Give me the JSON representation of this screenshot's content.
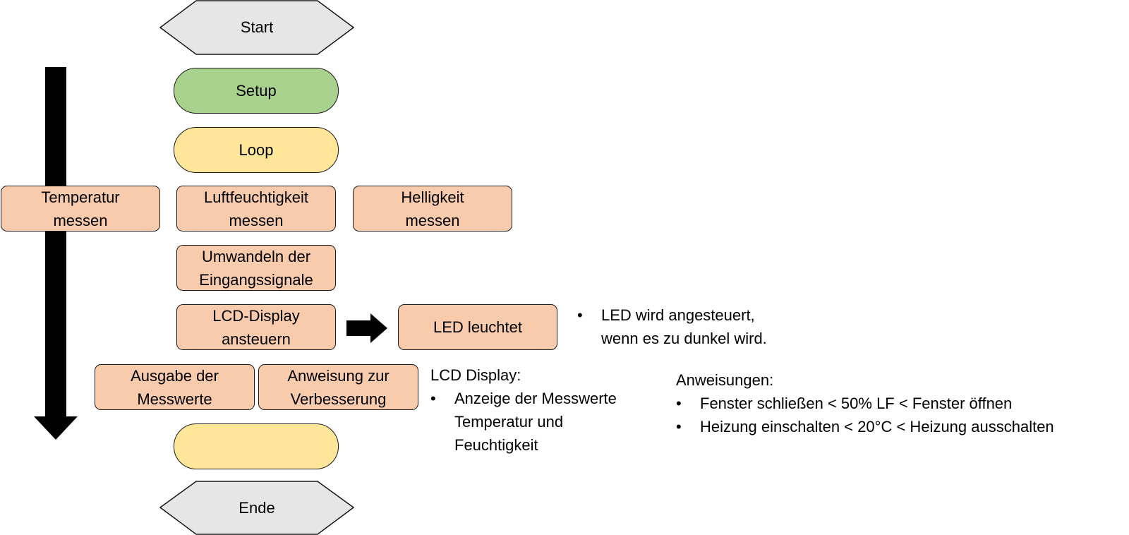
{
  "diagram": {
    "start": "Start",
    "setup": "Setup",
    "loop": "Loop",
    "end_loop": "",
    "end": "Ende",
    "tasks": {
      "temperatur": [
        "Temperatur",
        "messen"
      ],
      "luftfeuchtigkeit": [
        "Luftfeuchtigkeit",
        "messen"
      ],
      "helligkeit": [
        "Helligkeit",
        "messen"
      ],
      "umwandeln": [
        "Umwandeln der",
        "Eingangssignale"
      ],
      "lcd": [
        "LCD-Display",
        "ansteuern"
      ],
      "led": "LED leuchtet",
      "ausgabe": [
        "Ausgabe der",
        "Messwerte"
      ],
      "anweisung": [
        "Anweisung zur",
        "Verbesserung"
      ]
    },
    "notes": {
      "led": {
        "bullet": "•",
        "lines": [
          "LED wird angesteuert,",
          "wenn es zu dunkel wird."
        ]
      },
      "lcd": {
        "title": "LCD Display:",
        "bullet": "•",
        "lines": [
          "Anzeige der Messwerte",
          "Temperatur und",
          "Feuchtigkeit"
        ]
      },
      "anweisungen": {
        "title": "Anweisungen:",
        "bullet": "•",
        "items": [
          "Fenster schließen < 50% LF < Fenster öffnen",
          "Heizung einschalten < 20°C < Heizung ausschalten"
        ]
      }
    },
    "colors": {
      "terminal": "#e7e6e6",
      "setup": "#a9d18e",
      "loop": "#ffe699",
      "task": "#f8cbad",
      "arrow": "#000000"
    }
  }
}
